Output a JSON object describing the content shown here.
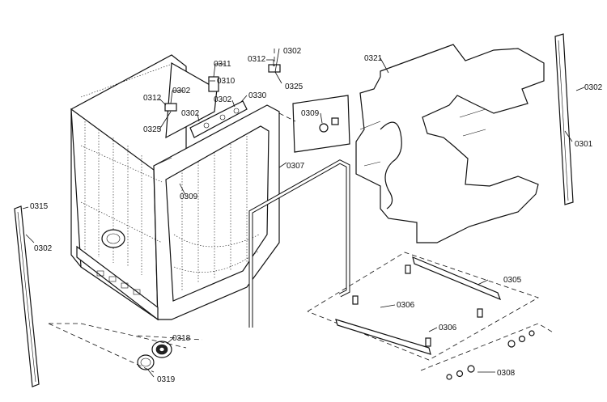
{
  "diagram": {
    "callouts": [
      {
        "id": "c0311",
        "text": "0311"
      },
      {
        "id": "c0310",
        "text": "0310"
      },
      {
        "id": "c0312a",
        "text": "0312"
      },
      {
        "id": "c0302a",
        "text": "0302"
      },
      {
        "id": "c0312b",
        "text": "0312"
      },
      {
        "id": "c0325a",
        "text": "0325"
      },
      {
        "id": "c0302b",
        "text": "0302"
      },
      {
        "id": "c0302c",
        "text": "0302"
      },
      {
        "id": "c0330",
        "text": "0330"
      },
      {
        "id": "c0312c",
        "text": "0312"
      },
      {
        "id": "c0302d",
        "text": "0302"
      },
      {
        "id": "c0325b",
        "text": "0325"
      },
      {
        "id": "c0309a",
        "text": "0309"
      },
      {
        "id": "c0309b",
        "text": "0309"
      },
      {
        "id": "c0307",
        "text": "0307"
      },
      {
        "id": "c0321",
        "text": "0321"
      },
      {
        "id": "c0302e",
        "text": "0302"
      },
      {
        "id": "c0301",
        "text": "0301"
      },
      {
        "id": "c0315",
        "text": "0315"
      },
      {
        "id": "c0302f",
        "text": "0302"
      },
      {
        "id": "c0305",
        "text": "0305"
      },
      {
        "id": "c0306a",
        "text": "0306"
      },
      {
        "id": "c0306b",
        "text": "0306"
      },
      {
        "id": "c0318",
        "text": "0318"
      },
      {
        "id": "c0319",
        "text": "0319"
      },
      {
        "id": "c0308",
        "text": "0308"
      }
    ]
  }
}
